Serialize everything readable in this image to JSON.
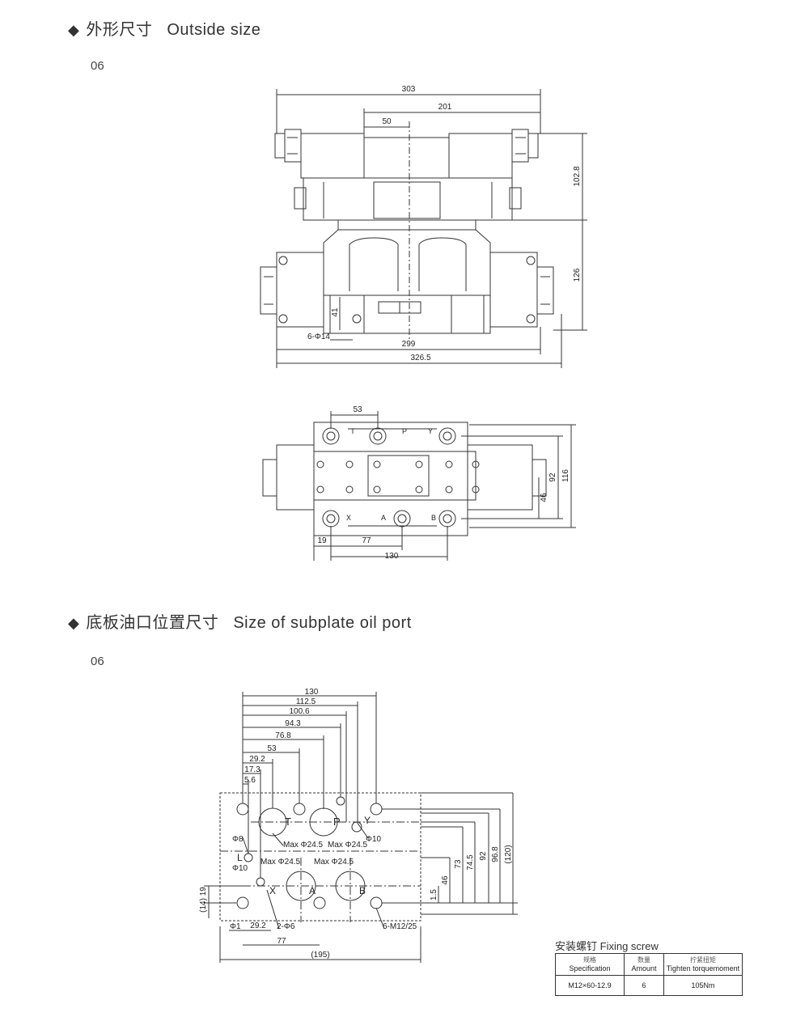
{
  "sections": [
    {
      "zh": "外形尺寸",
      "en": "Outside size",
      "model": "06"
    },
    {
      "zh": "底板油口位置尺寸",
      "en": "Size of subplate oil port",
      "model": "06"
    }
  ],
  "diagram1": {
    "dims": {
      "overall_top": "303",
      "span_201": "201",
      "span_50": "50",
      "height_102_8": "102.8",
      "height_126": "126",
      "bolt_d41": "41",
      "bolts": "6-Φ14",
      "width_299": "299",
      "width_326_5": "326.5"
    }
  },
  "diagram2": {
    "dims": {
      "d53": "53",
      "d92": "92",
      "d116": "116",
      "d46": "46",
      "d19": "19",
      "d77": "77",
      "d130": "130"
    },
    "ports": {
      "T": "T",
      "P": "P",
      "Y": "Y",
      "X": "X",
      "A": "A",
      "B": "B"
    }
  },
  "diagram3": {
    "dims_top": [
      "130",
      "112.5",
      "100.6",
      "94.3",
      "76.8",
      "53",
      "29.2",
      "17.3",
      "5.6"
    ],
    "dims_right": [
      "1.5",
      "46",
      "73",
      "74.5",
      "92",
      "96.8",
      "(120)"
    ],
    "dims_bottom": [
      "Φ1",
      "29.2",
      "2-Φ6",
      "77",
      "(195)",
      "6-M12/25"
    ],
    "dims_left": [
      "(14) 19"
    ],
    "labels": {
      "T": "T",
      "P": "P",
      "Y": "Y",
      "L": "L",
      "X": "X",
      "A": "A",
      "B": "B",
      "phi8": "Φ8",
      "phi10a": "Φ10",
      "phi10b": "Φ10",
      "max1": "Max Φ24.5",
      "max2": "Max Φ24.5",
      "max3": "Max Φ24.5",
      "max4": "Max Φ24.5"
    }
  },
  "fixing_screw": {
    "title_zh": "安装螺钉",
    "title_en": "Fixing screw",
    "headers": [
      {
        "zh": "规格",
        "en": "Specification"
      },
      {
        "zh": "数量",
        "en": "Amount"
      },
      {
        "zh": "拧紧扭矩",
        "en": "Tighten torquemoment"
      }
    ],
    "row": {
      "spec": "M12×60-12.9",
      "amount": "6",
      "torque": "105Nm"
    }
  }
}
